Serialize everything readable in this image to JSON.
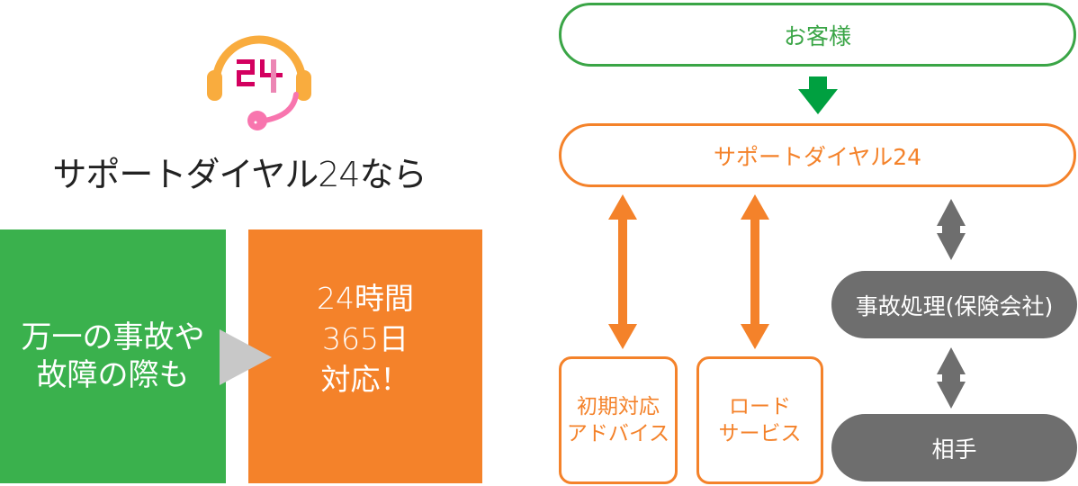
{
  "left_panel": {
    "logo": {
      "icon": "headset-24-icon",
      "badge_text": "24",
      "colors": {
        "headband": "#f9ac3e",
        "badge": "#d3005f",
        "badge_accent": "#ec86b4",
        "mic": "#f875ae"
      }
    },
    "headline": "サポートダイヤル24なら",
    "problem_box": {
      "text": "万一の事故や\n故障の際も",
      "color": "#3ab14d"
    },
    "solution_box": {
      "text": "24時間\n365日\n対応！",
      "color": "#f4822a"
    },
    "arrow_icon": "play-arrow-icon",
    "arrow_color": "#c8c8c8"
  },
  "flow_diagram": {
    "customer": {
      "label": "お客様",
      "color": "#3aa546"
    },
    "down_arrow": {
      "icon": "arrow-down-icon",
      "color": "#00a040"
    },
    "support_dial": {
      "label": "サポートダイヤル24",
      "color": "#f4822a"
    },
    "services": [
      {
        "label": "初期対応\nアドバイス"
      },
      {
        "label": "ロード\nサービス"
      }
    ],
    "service_color": "#f4822a",
    "accident_handling": {
      "label": "事故処理(保険会社)",
      "color": "#6e6e6e"
    },
    "counterparty": {
      "label": "相手",
      "color": "#6e6e6e"
    }
  }
}
